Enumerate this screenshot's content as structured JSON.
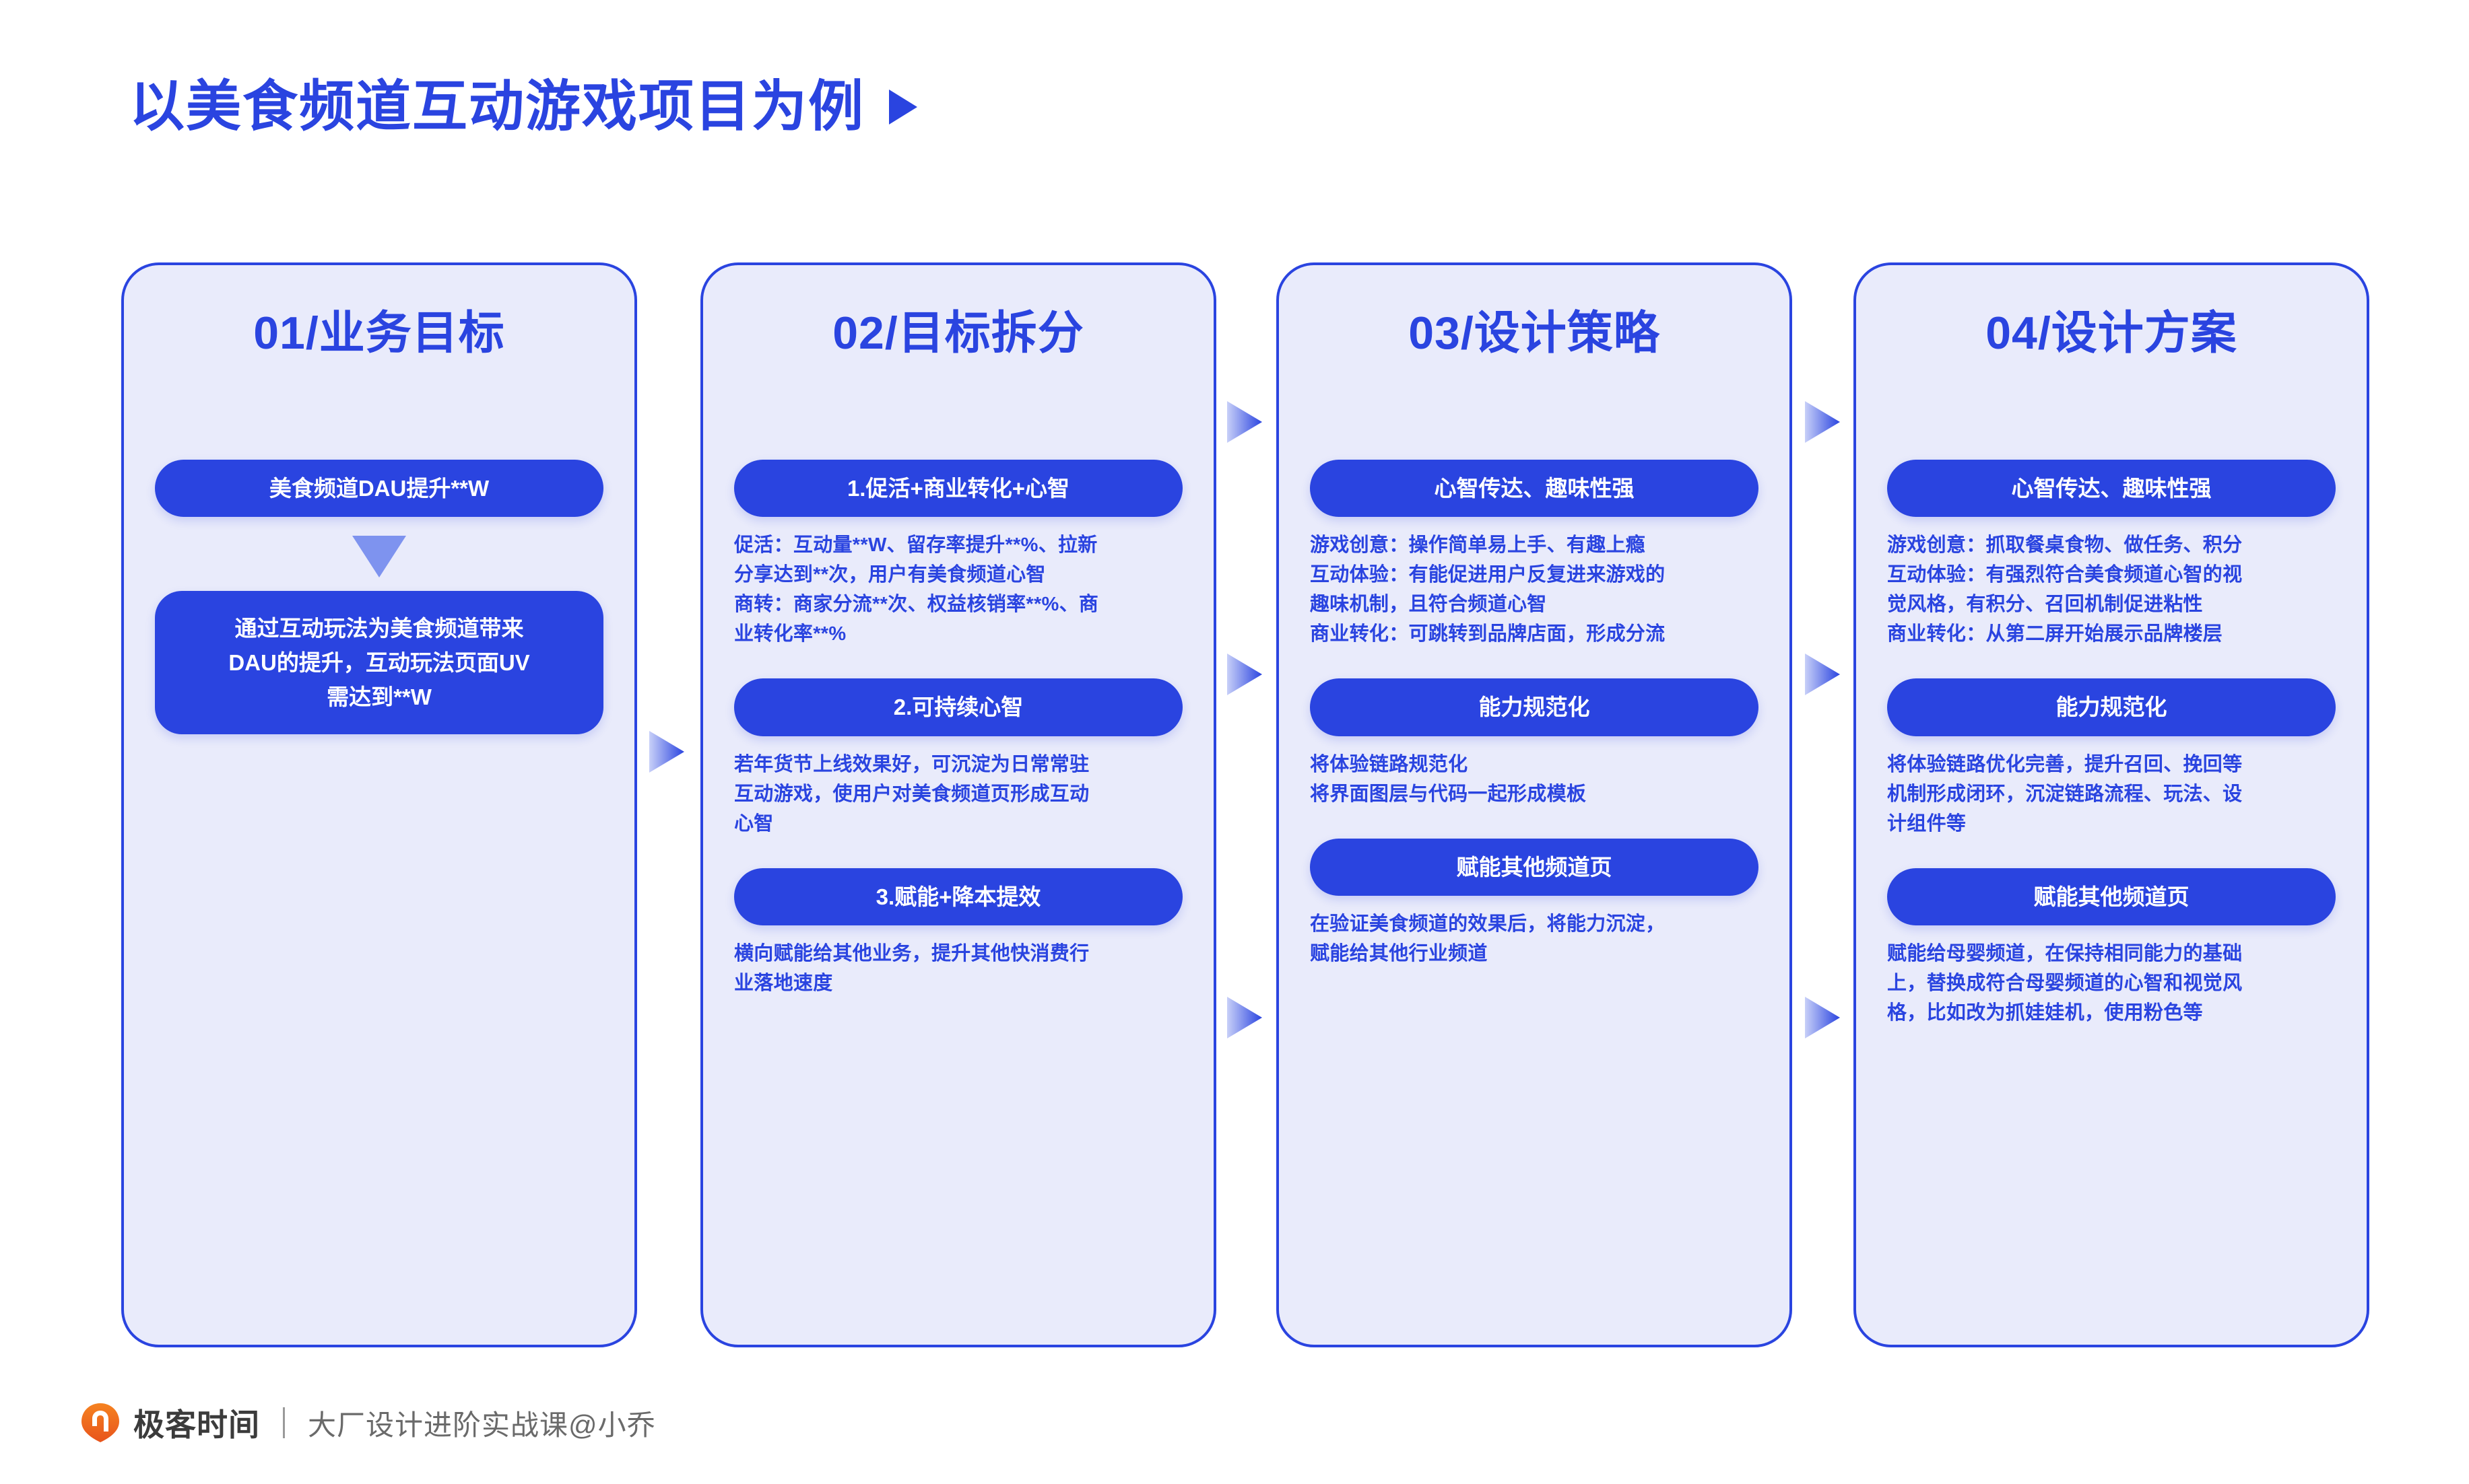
{
  "title": {
    "text": "以美食频道互动游戏项目为例",
    "play_icon": "play-triangle"
  },
  "colors": {
    "brand_blue": "#2A44E0",
    "card_bg": "#E9EBFB",
    "page_bg": "#FFFFFF",
    "arrow_blue": "#6B82EE",
    "logo_orange": "#F0601F"
  },
  "columns": [
    {
      "header": "01/业务目标",
      "goal_pill": "美食频道DAU提升**W",
      "arrow_icon": "chevron-down-icon",
      "goal_box": "通过互动玩法为美食频道带来\nDAU的提升，互动玩法页面UV\n需达到**W",
      "groups": []
    },
    {
      "header": "02/目标拆分",
      "groups": [
        {
          "pill": "1.促活+商业转化+心智",
          "desc": "促活：互动量**W、留存率提升**%、拉新\n分享达到**次，用户有美食频道心智\n商转：商家分流**次、权益核销率**%、商\n业转化率**%"
        },
        {
          "pill": "2.可持续心智",
          "desc": "若年货节上线效果好，可沉淀为日常常驻\n互动游戏，使用户对美食频道页形成互动\n心智"
        },
        {
          "pill": "3.赋能+降本提效",
          "desc": "横向赋能给其他业务，提升其他快消费行\n业落地速度"
        }
      ]
    },
    {
      "header": "03/设计策略",
      "groups": [
        {
          "pill": "心智传达、趣味性强",
          "desc": "游戏创意：操作简单易上手、有趣上瘾\n互动体验：有能促进用户反复进来游戏的\n趣味机制，且符合频道心智\n商业转化：可跳转到品牌店面，形成分流"
        },
        {
          "pill": "能力规范化",
          "desc": "将体验链路规范化\n将界面图层与代码一起形成模板"
        },
        {
          "pill": "赋能其他频道页",
          "desc": "在验证美食频道的效果后，将能力沉淀，\n赋能给其他行业频道"
        }
      ]
    },
    {
      "header": "04/设计方案",
      "groups": [
        {
          "pill": "心智传达、趣味性强",
          "desc": "游戏创意：抓取餐桌食物、做任务、积分\n互动体验：有强烈符合美食频道心智的视\n觉风格，有积分、召回机制促进粘性\n商业转化：从第二屏开始展示品牌楼层"
        },
        {
          "pill": "能力规范化",
          "desc": "将体验链路优化完善，提升召回、挽回等\n机制形成闭环，沉淀链路流程、玩法、设\n计组件等"
        },
        {
          "pill": "赋能其他频道页",
          "desc": "赋能给母婴频道，在保持相同能力的基础\n上，替换成符合母婴频道的心智和视觉风\n格，比如改为抓娃娃机，使用粉色等"
        }
      ]
    }
  ],
  "connectors": [
    {
      "icon": "arrow-right-icon"
    },
    {
      "icon": "arrow-right-icon"
    },
    {
      "icon": "arrow-right-icon"
    },
    {
      "icon": "arrow-right-icon"
    },
    {
      "icon": "arrow-right-icon"
    },
    {
      "icon": "arrow-right-icon"
    },
    {
      "icon": "arrow-right-icon"
    }
  ],
  "footer": {
    "logo_icon": "geekbang-logo-icon",
    "brand": "极客时间",
    "course": "大厂设计进阶实战课@小乔"
  }
}
